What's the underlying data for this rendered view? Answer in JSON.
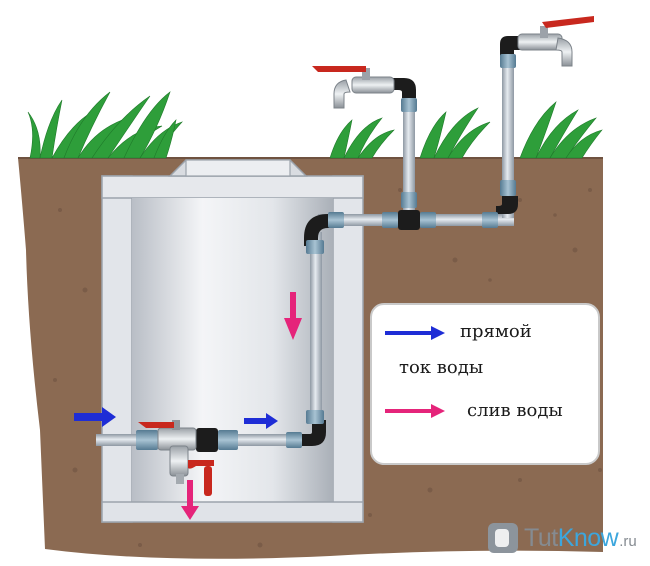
{
  "legend": {
    "direct_flow_line1": "прямой",
    "direct_flow_line2": "ток воды",
    "drain": "слив воды"
  },
  "watermark": {
    "tut": "Tut",
    "know": "Know",
    "ru": ".ru"
  },
  "colors": {
    "soil": "#8b6a52",
    "grass": "#2e9e3a",
    "pipe": "#aeb6bf",
    "fitting": "#1c1c1c",
    "coupling": "#7d9fb4",
    "valve_handle": "#c8281e",
    "direct_flow_arrow": "#1e2dd6",
    "drain_arrow": "#e5247a",
    "caisson_wall": "#e2e5ea"
  },
  "icons": {
    "direct_flow": "blue-arrow-icon",
    "drain": "pink-arrow-icon",
    "brand": "tutknow-logo-icon",
    "tap": "garden-tap-icon",
    "valve": "ball-valve-icon"
  }
}
